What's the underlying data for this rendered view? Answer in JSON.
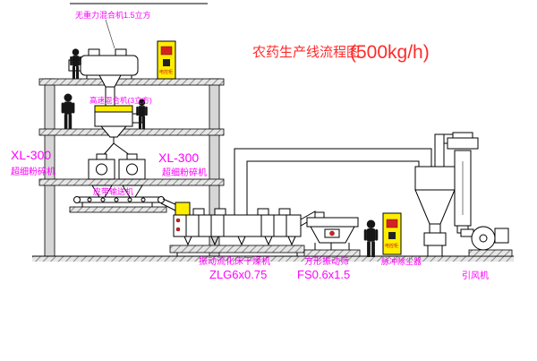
{
  "title": {
    "text": "农药生产线流程图",
    "capacity": "(500kg/h)"
  },
  "equipment_labels": {
    "gravity_mixer": "无重力混合机1.5立方",
    "high_speed_mixer": "高速混合机(3立方)",
    "pulverizer_model_left": "XL-300",
    "pulverizer_name_left": "超细粉碎机",
    "pulverizer_model_right": "XL-300",
    "pulverizer_name_right": "超细粉碎机",
    "belt_conveyor": "皮带输送机",
    "fluidbed_dryer": "振动流化床干燥机",
    "fluidbed_dryer_model": "ZLG6x0.75",
    "square_sieve": "方形振动筛",
    "square_sieve_model": "FS0.6x1.5",
    "dust_collector": "脉冲除尘器",
    "induced_fan": "引风机",
    "control_cabinet": "电控柜"
  },
  "colors": {
    "label": "#ff00ff",
    "title": "#ff2a2a",
    "cabinet_fill": "#ffee00",
    "line": "#000000",
    "structure_fill": "#d6d6d6"
  }
}
